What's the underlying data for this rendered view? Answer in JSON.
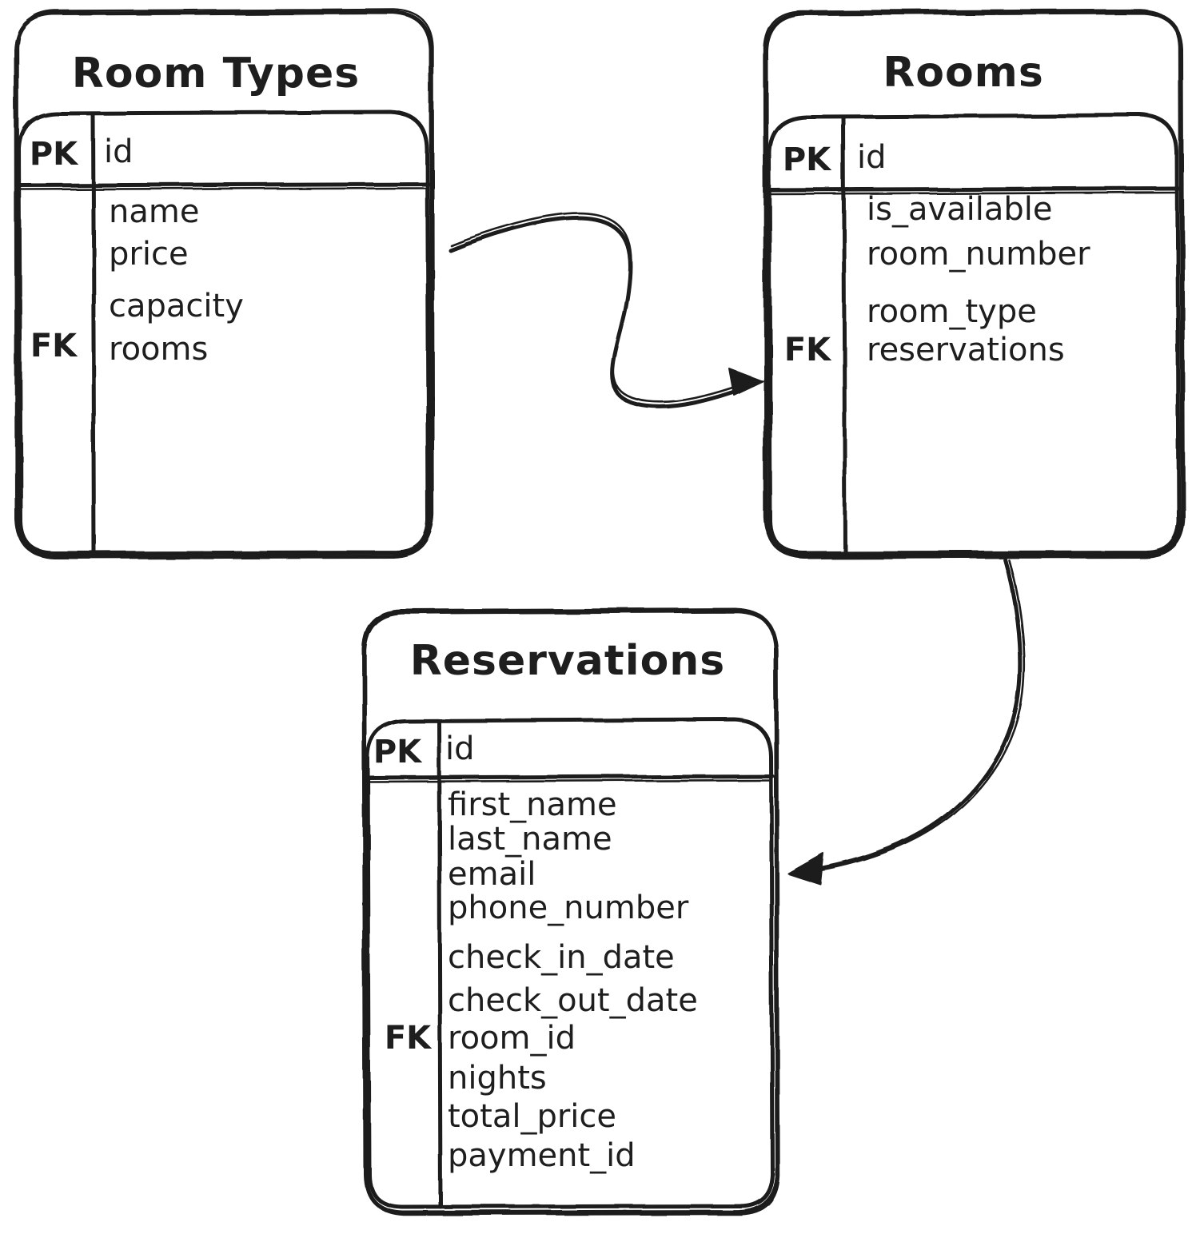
{
  "diagram": {
    "type": "entity-relationship",
    "background_color": "#ffffff",
    "stroke_color": "#1e1e1e",
    "tables": [
      {
        "title": "Room Types",
        "pk_label": "PK",
        "pk_field": "id",
        "fk_label": "FK",
        "fk_field": "rooms",
        "fields": [
          "name",
          "price",
          "capacity",
          "rooms"
        ]
      },
      {
        "title": "Rooms",
        "pk_label": "PK",
        "pk_field": "id",
        "fk_label": "FK",
        "fk_field": "reservations",
        "fields": [
          "is_available",
          "room_number",
          "room_type",
          "reservations"
        ]
      },
      {
        "title": "Reservations",
        "pk_label": "PK",
        "pk_field": "id",
        "fk_label": "FK",
        "fk_field": "room_id",
        "fields": [
          "first_name",
          "last_name",
          "email",
          "phone_number",
          "check_in_date",
          "check_out_date",
          "room_id",
          "nights",
          "total_price",
          "payment_id"
        ]
      }
    ],
    "relations": [
      {
        "from": "Room Types",
        "to": "Rooms"
      },
      {
        "from": "Rooms",
        "to": "Reservations"
      }
    ]
  }
}
